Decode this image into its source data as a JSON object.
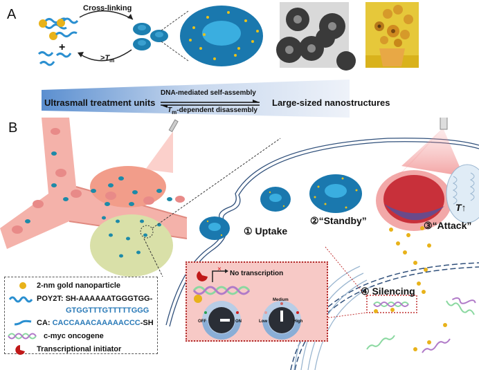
{
  "panel_a": {
    "label": "A",
    "cross_linking": "Cross-linking",
    "plus": "+",
    "reverse_prefix": ">",
    "reverse_T": "T",
    "reverse_sub": "m"
  },
  "banner": {
    "left": "Ultrasmall treatment units",
    "right": "Large-sized nanostructures",
    "forward": "DNA-mediated self-assembly",
    "backward_T": "T",
    "backward_sub": "m",
    "backward_rest": "-dependent disassembly"
  },
  "panel_b": {
    "label": "B",
    "steps": [
      {
        "num": "①",
        "text": "Uptake"
      },
      {
        "num": "②",
        "text": "“Standby”"
      },
      {
        "num": "③",
        "text": "“Attack”"
      },
      {
        "num": "④",
        "text": "Silencing"
      }
    ],
    "temp_label": "T",
    "temp_arrow": "↑",
    "no_transcription": "No transcription",
    "switch1": {
      "off": "OFF",
      "on": "ON"
    },
    "switch2": {
      "low": "Low",
      "medium": "Medium",
      "high": "High"
    }
  },
  "legend": {
    "items": [
      {
        "icon": "gold-nanoparticle-icon",
        "text": "2-nm gold nanoparticle"
      },
      {
        "icon": "poy2t-strand-icon",
        "text": "POY2T: SH-AAAAAATGGGTGG-",
        "text2": "GTGGTTTGTTTTTGGG"
      },
      {
        "icon": "ca-strand-icon",
        "prefix": "CA: ",
        "seq": "CACCAAACAAAAACCC",
        "suffix": "-SH"
      },
      {
        "icon": "dna-helix-icon",
        "text": "c-myc oncogene"
      },
      {
        "icon": "initiator-icon",
        "text": "Transcriptional initiator"
      }
    ]
  },
  "colors": {
    "dna_blue": "#2a8fd0",
    "gold": "#e8b21a",
    "vessel_pink": "#f2a8a0",
    "laser_red": "#e85050",
    "banner_blue": "#5b8fd0",
    "inset_bg": "#f7c9c6",
    "legend_blue": "#2a7ab8"
  }
}
